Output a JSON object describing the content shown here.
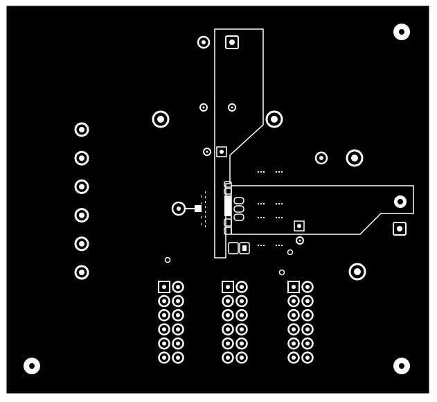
{
  "view": {
    "description_label": "",
    "background": "#ffffff",
    "board_color": "#000000",
    "copper_color": "#ffffff"
  },
  "board": {
    "mounting_holes": 4,
    "header_blocks": 3,
    "header_rows_per_block": 6,
    "header_cols_per_block": 2,
    "left_connector_pins": 6
  }
}
